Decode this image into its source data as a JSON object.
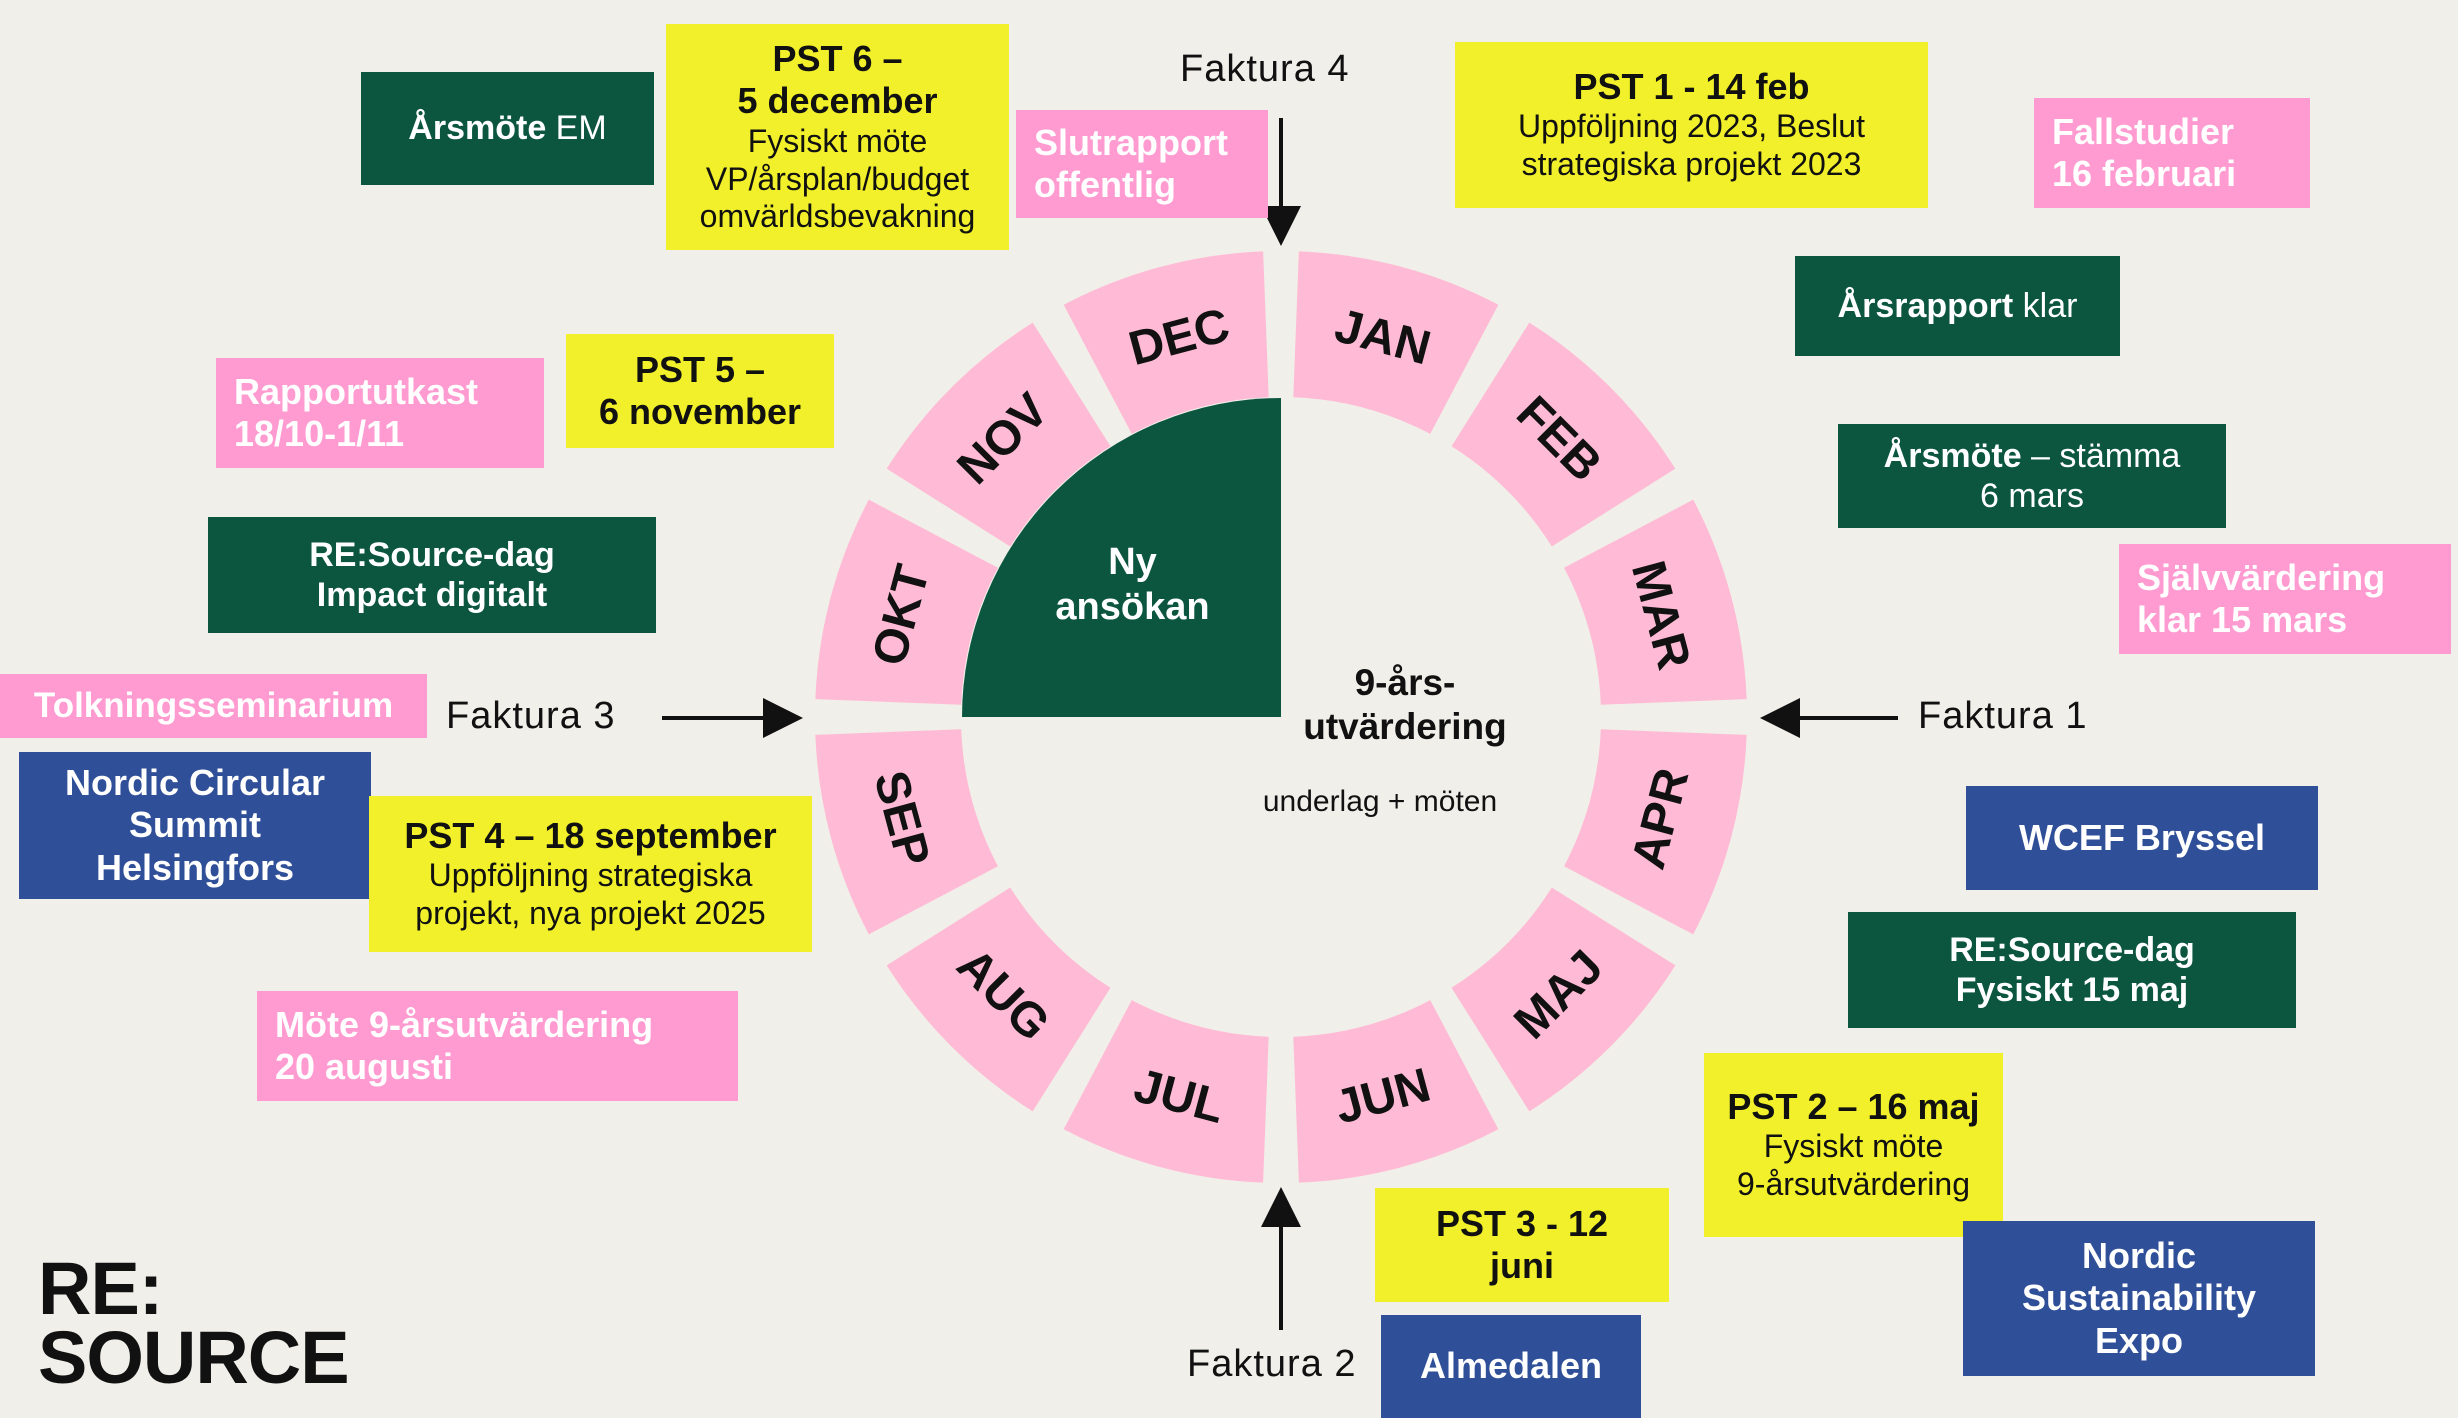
{
  "months": [
    "JAN",
    "FEB",
    "MAR",
    "APR",
    "MAJ",
    "JUN",
    "JUL",
    "AUG",
    "SEP",
    "OKT",
    "NOV",
    "DEC"
  ],
  "colors": {
    "background": "#f1efe9",
    "wheel_pink": "#ffbbd5",
    "green": "#0c5640",
    "yellow": "#f1f02a",
    "pink": "#ff9bd0",
    "blue": "#2f4f98"
  },
  "center": {
    "quadrant": "Ny\nansökan",
    "title": "9-års-\nutvärdering",
    "subtitle": "underlag + möten"
  },
  "faktura": {
    "f1": "Faktura 1",
    "f2": "Faktura 2",
    "f3": "Faktura 3",
    "f4": "Faktura 4"
  },
  "boxes": {
    "pst6": {
      "title": "PST 6 –\n5 december",
      "text": "Fysiskt möte\nVP/årsplan/budget\nomvärldsbevakning"
    },
    "arsmote_em": {
      "bold": "Årsmöte",
      "rest": " EM"
    },
    "slutrapport": {
      "text": "Slutrapport\noffentlig"
    },
    "pst1": {
      "title": "PST 1  - 14 feb",
      "text": "Uppföljning 2023, Beslut\nstrategiska projekt 2023"
    },
    "fallstudier": {
      "text": "Fallstudier\n16 februari"
    },
    "arsrapport": {
      "bold": "Årsrapport",
      "rest": " klar"
    },
    "arsmote_stamma": {
      "bold": "Årsmöte",
      "rest": " – stämma",
      "line2": "6 mars"
    },
    "sjalvvardering": {
      "text": "Självvärdering\nklar 15 mars"
    },
    "pst5": {
      "title": "PST 5 –\n6 november"
    },
    "rapportutkast": {
      "text": "Rapportutkast\n18/10-1/11"
    },
    "resource_digital": {
      "text": "RE:Source-dag\nImpact digitalt"
    },
    "tolkning": {
      "text": "Tolkningsseminarium"
    },
    "nordic_circular": {
      "text": "Nordic Circular\nSummit\nHelsingfors"
    },
    "pst4": {
      "title": "PST 4 – 18 september",
      "text": "Uppföljning strategiska\nprojekt, nya projekt 2025"
    },
    "mote9": {
      "text": "Möte 9-årsutvärdering\n20 augusti"
    },
    "wcef": {
      "text": "WCEF Bryssel"
    },
    "resource_fysiskt": {
      "text": "RE:Source-dag\nFysiskt 15 maj"
    },
    "pst2": {
      "title": "PST 2 – 16 maj",
      "text": "Fysiskt möte\n9-årsutvärdering"
    },
    "pst3": {
      "title": "PST 3  - 12\njuni"
    },
    "almedalen": {
      "text": "Almedalen"
    },
    "nordic_sust": {
      "text": "Nordic\nSustainability\nExpo"
    }
  },
  "logo": {
    "line1": "RE:",
    "line2": "SOURCE"
  }
}
